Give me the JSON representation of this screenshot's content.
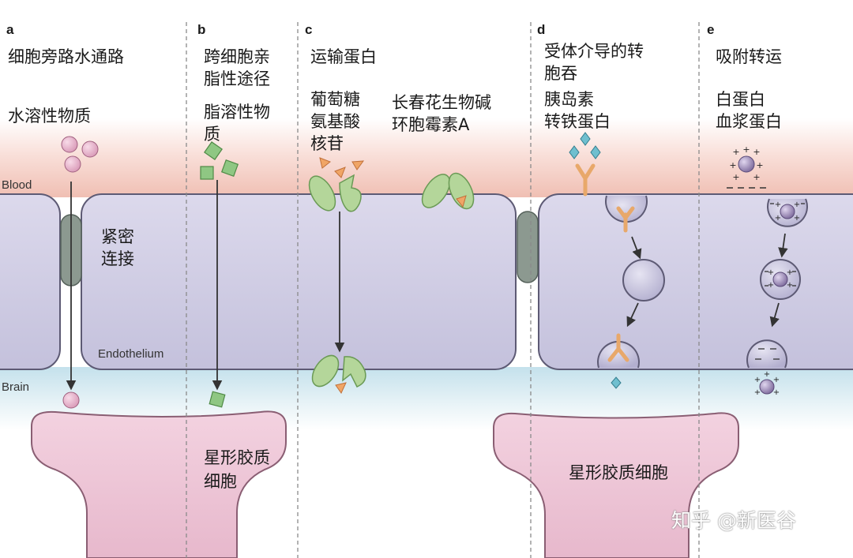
{
  "panels": {
    "a": {
      "letter": "a",
      "title": "细胞旁路水通路",
      "substance": "水溶性物质",
      "junction_line1": "紧密",
      "junction_line2": "连接"
    },
    "b": {
      "letter": "b",
      "title_line1": "跨细胞亲",
      "title_line2": "脂性途径",
      "substance_line1": "脂溶性物",
      "substance_line2": "质"
    },
    "c": {
      "letter": "c",
      "title": "运输蛋白",
      "examples_line1": "葡萄糖",
      "examples_line2": "氨基酸",
      "examples_line3": "核苷",
      "efflux_line1": "长春花生物碱",
      "efflux_line2": "环胞霉素A"
    },
    "d": {
      "letter": "d",
      "title_line1": "受体介导的转",
      "title_line2": "胞吞",
      "examples_line1": "胰岛素",
      "examples_line2": "转铁蛋白"
    },
    "e": {
      "letter": "e",
      "title": "吸附转运",
      "examples_line1": "白蛋白",
      "examples_line2": "血浆蛋白"
    }
  },
  "regions": {
    "blood": "Blood",
    "endothelium": "Endothelium",
    "brain": "Brain"
  },
  "astrocyte_left_line1": "星形胶质",
  "astrocyte_left_line2": "细胞",
  "astrocyte_right": "星形胶质细胞",
  "watermark": "知乎 @新医谷",
  "colors": {
    "blood": "#f2c9c0",
    "brain": "#cfe6ee",
    "endothelial_cell": "#c9c6e0",
    "cell_outline": "#5d5a74",
    "tight_junction": "#8c9990",
    "astrocyte": "#edc3d5",
    "transporter": "#b4d69a",
    "lipid_square": "#8fc783",
    "water_sphere": "#e6b4cc",
    "receptor_ligand": "#6fbfcf",
    "receptor": "#e8a86a",
    "cationic_protein": "#9a86b6"
  }
}
